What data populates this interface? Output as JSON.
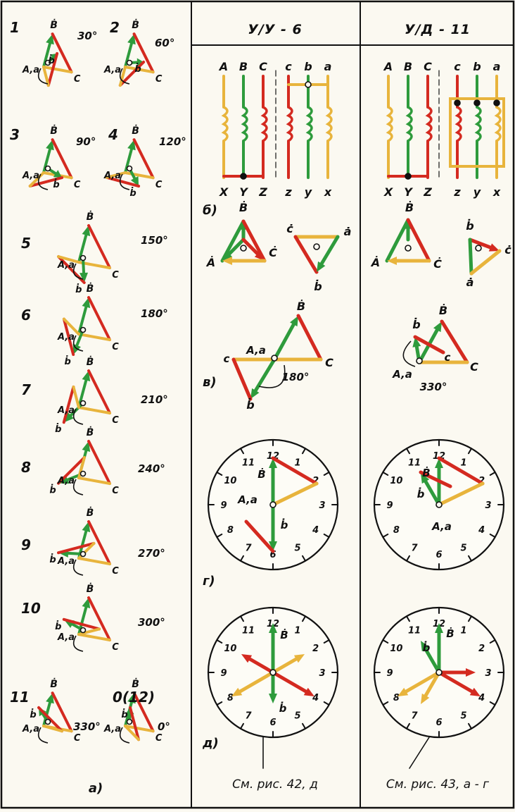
{
  "columns": {
    "yy": {
      "title": "У/У - 6",
      "note": "См. рис. 42, д"
    },
    "yd": {
      "title": "У/Д - 11",
      "note": "См. рис. 43, а - г"
    }
  },
  "left_panel": {
    "caption": "а)",
    "items": [
      {
        "n": "1",
        "angle": "30°"
      },
      {
        "n": "2",
        "angle": "60°"
      },
      {
        "n": "3",
        "angle": "90°"
      },
      {
        "n": "4",
        "angle": "120°"
      },
      {
        "n": "5",
        "angle": "150°"
      },
      {
        "n": "6",
        "angle": "180°"
      },
      {
        "n": "7",
        "angle": "210°"
      },
      {
        "n": "8",
        "angle": "240°"
      },
      {
        "n": "9",
        "angle": "270°"
      },
      {
        "n": "10",
        "angle": "300°"
      },
      {
        "n": "11",
        "angle": "330°"
      },
      {
        "n": "0(12)",
        "angle": "0°"
      }
    ]
  },
  "row_labels": {
    "b": "б)",
    "v": "в)",
    "g": "г)",
    "d": "д)"
  },
  "winding_labels": {
    "hv": [
      "A",
      "B",
      "C"
    ],
    "hv_ends": [
      "X",
      "Y",
      "Z"
    ],
    "lv": [
      "c",
      "b",
      "a"
    ],
    "lv_ends": [
      "z",
      "y",
      "x"
    ]
  },
  "angle_labels": {
    "yy": "180°",
    "yd": "330°"
  },
  "vector_labels": {
    "A": "Ȧ",
    "B": "Ḃ",
    "C": "Ċ",
    "a": "ȧ",
    "b": "ḃ",
    "c": "ċ",
    "Aa": "A,a"
  },
  "clock_numbers": [
    "12",
    "1",
    "2",
    "3",
    "4",
    "5",
    "6",
    "7",
    "8",
    "9",
    "10",
    "11"
  ],
  "colors": {
    "green": "#2e9b3c",
    "red": "#d42a20",
    "yellow": "#e8b43c",
    "ink": "#111111"
  }
}
